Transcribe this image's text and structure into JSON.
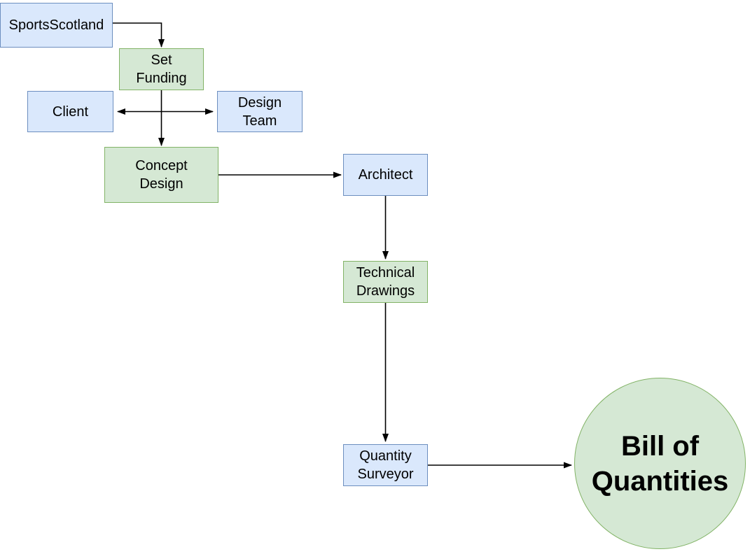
{
  "colors": {
    "blue_fill": "#dae8fc",
    "blue_stroke": "#6c8ebf",
    "green_fill": "#d5e8d4",
    "green_stroke": "#82b366",
    "arrow": "#000000",
    "text": "#000000",
    "background": "#ffffff"
  },
  "nodes": {
    "sportsscotland": {
      "label": "SportsScotland",
      "shape": "rect",
      "color": "blue"
    },
    "set_funding": {
      "label": "Set\nFunding",
      "shape": "rect",
      "color": "green"
    },
    "client": {
      "label": "Client",
      "shape": "rect",
      "color": "blue"
    },
    "design_team": {
      "label": "Design\nTeam",
      "shape": "rect",
      "color": "blue"
    },
    "concept_design": {
      "label": "Concept\nDesign",
      "shape": "rect",
      "color": "green"
    },
    "architect": {
      "label": "Architect",
      "shape": "rect",
      "color": "blue"
    },
    "technical_drawings": {
      "label": "Technical\nDrawings",
      "shape": "rect",
      "color": "green"
    },
    "quantity_surveyor": {
      "label": "Quantity\nSurveyor",
      "shape": "rect",
      "color": "blue"
    },
    "bill_of_quantities": {
      "label": "Bill of\nQuantities",
      "shape": "circle",
      "color": "green"
    }
  },
  "edges": [
    {
      "from": "sportsscotland",
      "to": "set_funding",
      "type": "arrow"
    },
    {
      "from": "client",
      "to": "design_team",
      "type": "double-arrow"
    },
    {
      "from": "set_funding",
      "to": "concept_design",
      "type": "arrow"
    },
    {
      "from": "concept_design",
      "to": "architect",
      "type": "arrow"
    },
    {
      "from": "architect",
      "to": "technical_drawings",
      "type": "arrow"
    },
    {
      "from": "technical_drawings",
      "to": "quantity_surveyor",
      "type": "arrow"
    },
    {
      "from": "quantity_surveyor",
      "to": "bill_of_quantities",
      "type": "arrow"
    }
  ]
}
